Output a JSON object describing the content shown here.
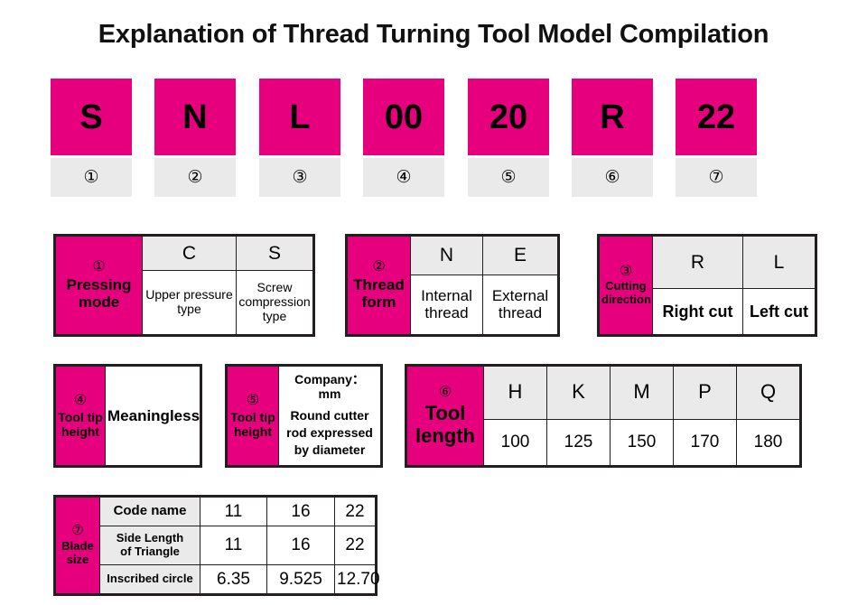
{
  "page": {
    "title": "Explanation of Thread Turning Tool Model Compilation",
    "accent_color": "#E6007E",
    "header_gray": "#EAEAEA",
    "border_color": "#231f20"
  },
  "code_row": {
    "blocks": [
      {
        "letter": "S",
        "index": "①"
      },
      {
        "letter": "N",
        "index": "②"
      },
      {
        "letter": "L",
        "index": "③"
      },
      {
        "letter": "00",
        "index": "④"
      },
      {
        "letter": "20",
        "index": "⑤"
      },
      {
        "letter": "R",
        "index": "⑥"
      },
      {
        "letter": "22",
        "index": "⑦"
      }
    ]
  },
  "tables": {
    "pressing_mode": {
      "index": "①",
      "title": "Pressing\nmode",
      "title_line1": "Pressing",
      "title_line2": "mode",
      "codes": [
        "C",
        "S"
      ],
      "descriptions": [
        "Upper pressure type",
        "Screw compression type"
      ]
    },
    "thread_form": {
      "index": "②",
      "title_line1": "Thread",
      "title_line2": "form",
      "codes": [
        "N",
        "E"
      ],
      "descriptions": [
        "Internal thread",
        "External thread"
      ]
    },
    "cutting_direction": {
      "index": "③",
      "title_line1": "Cutting",
      "title_line2": "direction",
      "codes": [
        "R",
        "L"
      ],
      "descriptions": [
        "Right cut",
        "Left cut"
      ]
    },
    "tool_tip_height_meaningless": {
      "index": "④",
      "title_line1": "Tool tip",
      "title_line2": "height",
      "value": "Meaningless"
    },
    "tool_tip_height_diameter": {
      "index": "⑤",
      "title_line1": "Tool tip",
      "title_line2": "height",
      "company_line": "Company： mm",
      "detail_line1": "Round cutter",
      "detail_line2": "rod expressed",
      "detail_line3": "by diameter"
    },
    "tool_length": {
      "index": "⑥",
      "title_line1": "Tool",
      "title_line2": "length",
      "codes": [
        "H",
        "K",
        "M",
        "P",
        "Q"
      ],
      "values": [
        "100",
        "125",
        "150",
        "170",
        "180"
      ]
    },
    "blade_size": {
      "index": "⑦",
      "title_line1": "Blade",
      "title_line2": "size",
      "row_labels": [
        "Code name",
        "Side Length of Triangle",
        "Inscribed circle"
      ],
      "row_label_2_line1": "Side Length",
      "row_label_2_line2": "of Triangle",
      "rows": [
        [
          "11",
          "16",
          "22"
        ],
        [
          "11",
          "16",
          "22"
        ],
        [
          "6.35",
          "9.525",
          "12.70"
        ]
      ]
    }
  }
}
